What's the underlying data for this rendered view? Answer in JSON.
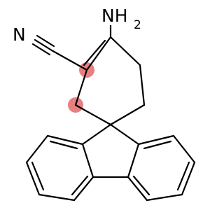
{
  "molecule": {
    "atoms": {
      "amine": {
        "symbol": "NH",
        "subscript": "2"
      },
      "nitrile": {
        "symbol": "N"
      }
    },
    "colors": {
      "bond": "#000000",
      "highlight": "#e88080",
      "background": "#ffffff"
    }
  }
}
